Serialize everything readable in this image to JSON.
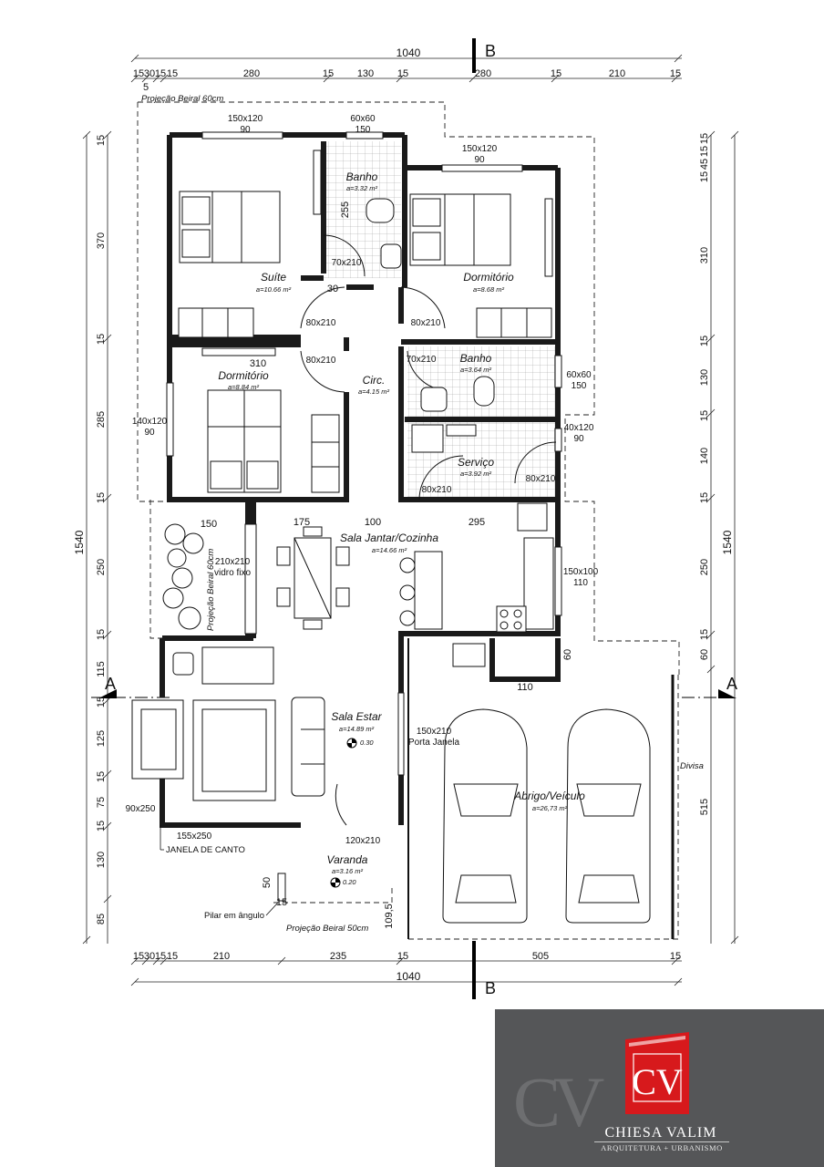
{
  "dimensions": {
    "top_total": "1040",
    "top_segments": [
      "15",
      "30",
      "15",
      "15",
      "280",
      "15",
      "130",
      "15",
      "280",
      "15",
      "210",
      "15"
    ],
    "top_small": "5",
    "bottom_total": "1040",
    "bottom_segments": [
      "15",
      "30",
      "15",
      "15",
      "210",
      "235",
      "15",
      "505",
      "15"
    ],
    "left_total": "1540",
    "left_segments": [
      "15",
      "370",
      "15",
      "285",
      "15",
      "250",
      "15",
      "115",
      "15",
      "125",
      "15",
      "75",
      "15",
      "130",
      "85"
    ],
    "right_total": "1540",
    "right_segments": [
      "15",
      "15",
      "45",
      "15",
      "310",
      "15",
      "130",
      "15",
      "140",
      "15",
      "250",
      "15",
      "60",
      "515"
    ],
    "interior": [
      "310",
      "255",
      "30",
      "150",
      "175",
      "100",
      "295",
      "110",
      "60",
      "50",
      "15",
      "109,5"
    ]
  },
  "sections": {
    "a_left": "A",
    "a_right": "A",
    "b_top": "B",
    "b_bottom": "B"
  },
  "rooms": [
    {
      "name": "Suíte",
      "area": "a=10.66 m²"
    },
    {
      "name": "Banho",
      "area": "a=3.32 m²"
    },
    {
      "name": "Dormitório",
      "area": "a=8.68 m²"
    },
    {
      "name": "Dormitório",
      "area": "a=8.84 m²"
    },
    {
      "name": "Circ.",
      "area": "a=4.15 m²"
    },
    {
      "name": "Banho",
      "area": "a=3.64 m²"
    },
    {
      "name": "Serviço",
      "area": "a=3.92 m²"
    },
    {
      "name": "Sala Jantar/Cozinha",
      "area": "a=14.66 m²"
    },
    {
      "name": "Sala Estar",
      "area": "a=14.89 m²"
    },
    {
      "name": "Abrigo/Veículo",
      "area": "a=26,73 m²"
    },
    {
      "name": "Varanda",
      "area": "a=3.16 m²"
    }
  ],
  "levels": [
    "0.30",
    "0.20"
  ],
  "openings": {
    "w_suite": [
      "150x120",
      "90"
    ],
    "w_banho1": [
      "60x60",
      "150"
    ],
    "w_dorm2": [
      "150x120",
      "90"
    ],
    "w_dorm1": [
      "140x120",
      "90"
    ],
    "w_banho2": [
      "60x60",
      "150"
    ],
    "w_servico": [
      "40x120",
      "90"
    ],
    "w_cozinha": [
      "150x100",
      "110"
    ],
    "d_banho1": "70x210",
    "d_suite": "80x210",
    "d_dorm2": "80x210",
    "d_dorm1": "80x210",
    "d_banho2": "70x210",
    "d_serv_ext": "80x210",
    "d_serv_int": "80x210",
    "vidro": [
      "210x210",
      "vidro fixo"
    ],
    "porta_janela": [
      "150x210",
      "Porta Janela"
    ],
    "d_sala": "120x210",
    "w_estar1": "90x250",
    "w_estar2": "155x250"
  },
  "notes": {
    "projecao_beiral_60": "Projeção Beiral 60cm",
    "projecao_beiral_60_side": "Projeção Beiral 60cm",
    "projecao_beiral_50": "Projeção Beiral 50cm",
    "janela_canto": "JANELA DE CANTO",
    "pilar": "Pilar em ângulo",
    "divisa": "Divisa"
  },
  "brand": {
    "initials": "CV",
    "name": "CHIESA VALIM",
    "subtitle": "ARQUITETURA + URBANISMO"
  },
  "colors": {
    "wall": "#1a1a1a",
    "brand_bg": "#555658",
    "brand_red": "#d7191c"
  }
}
